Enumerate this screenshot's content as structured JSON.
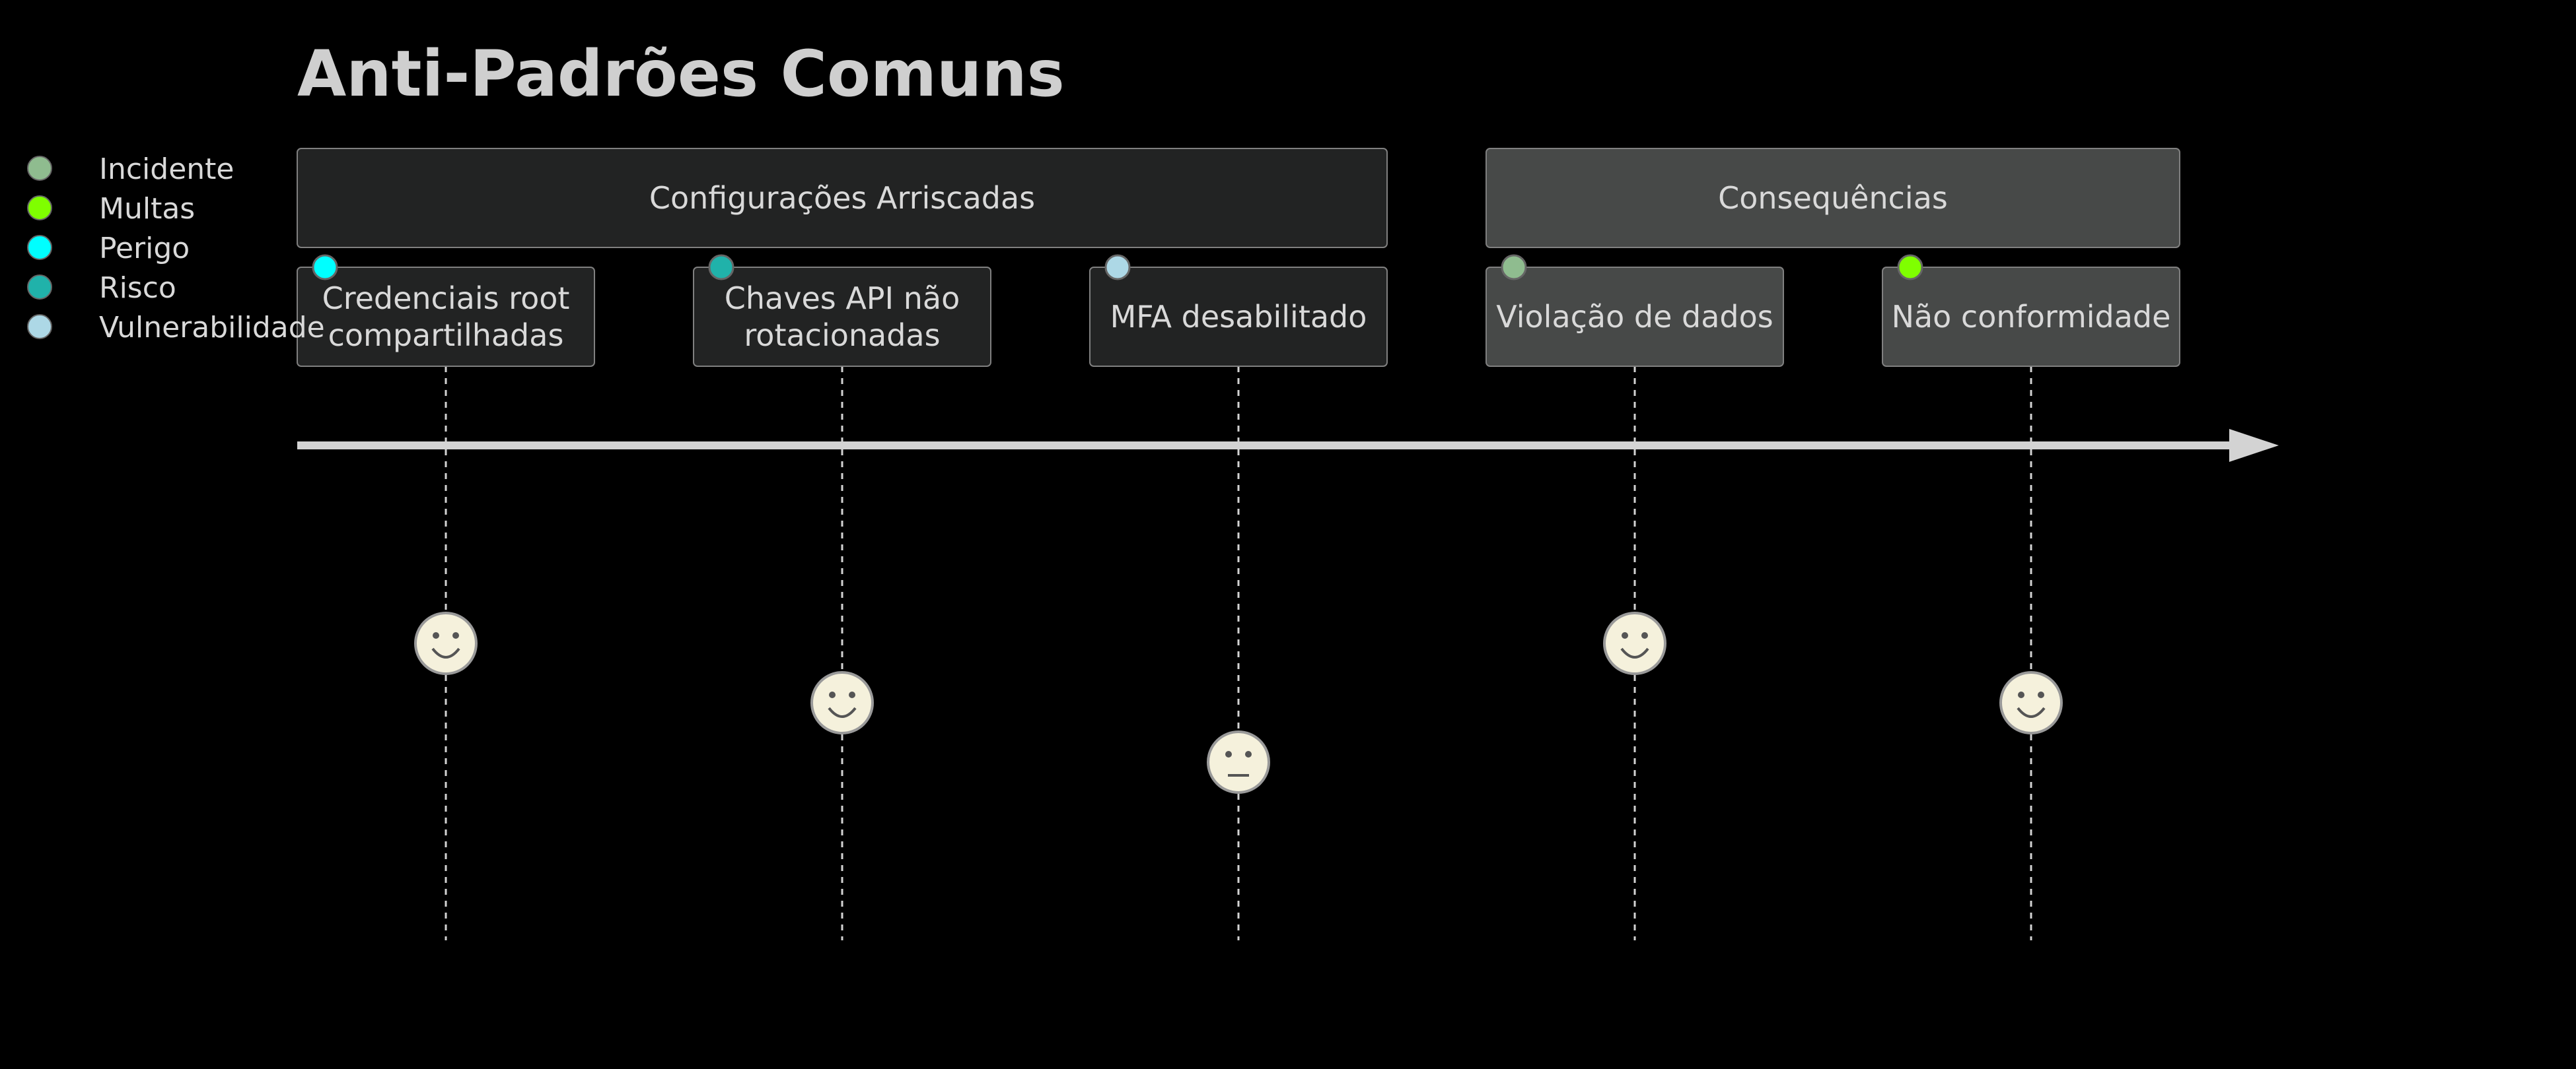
{
  "title": "Anti-Padrões Comuns",
  "legend": [
    {
      "label": "Incidente",
      "color": "#8fbc8f"
    },
    {
      "label": "Multas",
      "color": "#7fff00"
    },
    {
      "label": "Perigo",
      "color": "#00ffff"
    },
    {
      "label": "Risco",
      "color": "#20b2aa"
    },
    {
      "label": "Vulnerabilidade",
      "color": "#add8e6"
    }
  ],
  "sections": [
    {
      "label": "Configurações Arriscadas",
      "fill": "#222323"
    },
    {
      "label": "Consequências",
      "fill": "#474948"
    }
  ],
  "tasks": [
    {
      "lines": [
        "Credenciais root",
        "compartilhadas"
      ],
      "category": "Perigo",
      "color": "#00ffff",
      "section": 0,
      "face": "happy"
    },
    {
      "lines": [
        "Chaves API não",
        "rotacionadas"
      ],
      "category": "Risco",
      "color": "#20b2aa",
      "section": 0,
      "face": "happy"
    },
    {
      "lines": [
        "MFA desabilitado"
      ],
      "category": "Vulnerabilidade",
      "color": "#add8e6",
      "section": 0,
      "face": "neutral"
    },
    {
      "lines": [
        "Violação de dados"
      ],
      "category": "Incidente",
      "color": "#8fbc8f",
      "section": 1,
      "face": "happy"
    },
    {
      "lines": [
        "Não conformidade"
      ],
      "category": "Multas",
      "color": "#7fff00",
      "section": 1,
      "face": "happy"
    }
  ],
  "colors": {
    "background": "#000000",
    "text": "#d9d9d9",
    "title": "#cfcfcf",
    "border": "#808080",
    "axis": "#d3d3d3",
    "face_fill": "#f5f1dc",
    "face_stroke": "#999999"
  }
}
